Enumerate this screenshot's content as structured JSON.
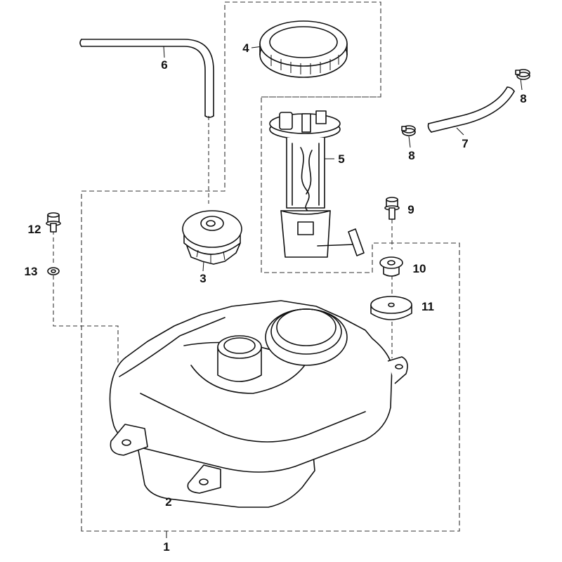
{
  "callouts": [
    {
      "id": "c1",
      "label": "1"
    },
    {
      "id": "c2",
      "label": "2"
    },
    {
      "id": "c3",
      "label": "3"
    },
    {
      "id": "c4",
      "label": "4"
    },
    {
      "id": "c5",
      "label": "5"
    },
    {
      "id": "c6",
      "label": "6"
    },
    {
      "id": "c7",
      "label": "7"
    },
    {
      "id": "c8a",
      "label": "8"
    },
    {
      "id": "c8b",
      "label": "8"
    },
    {
      "id": "c9",
      "label": "9"
    },
    {
      "id": "c10",
      "label": "10"
    },
    {
      "id": "c11",
      "label": "11"
    },
    {
      "id": "c12",
      "label": "12"
    },
    {
      "id": "c13",
      "label": "13"
    }
  ]
}
